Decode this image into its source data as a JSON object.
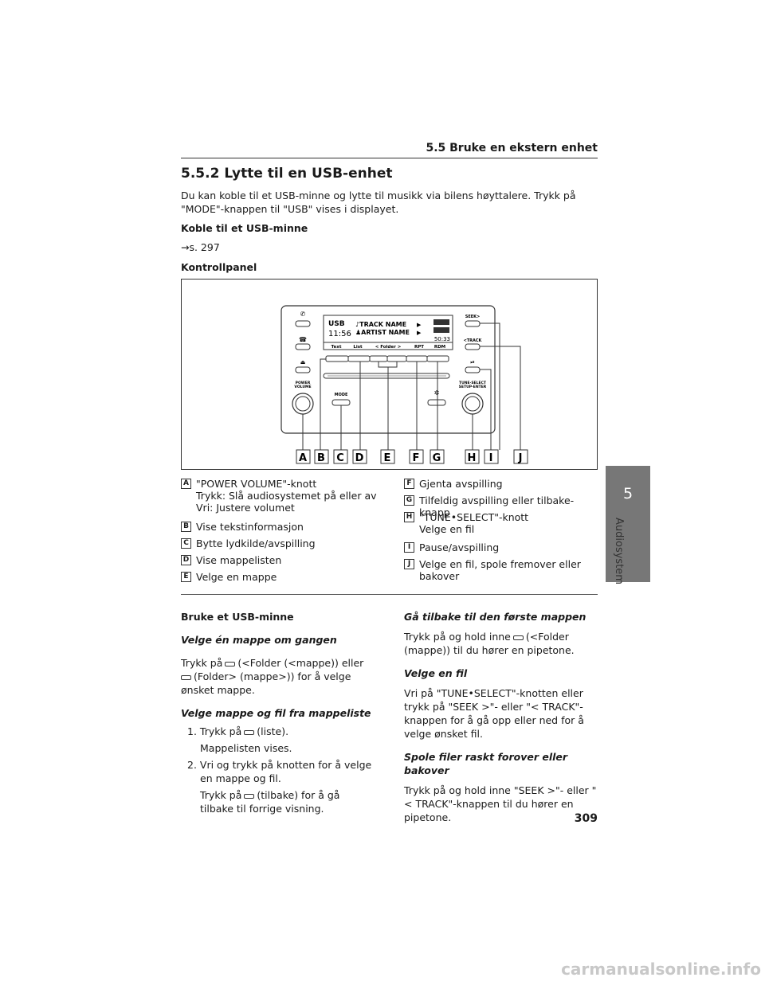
{
  "header": {
    "section": "5.5 Bruke en ekstern enhet"
  },
  "title": "5.5.2 Lytte til en USB-enhet",
  "intro": "Du kan koble til et USB-minne og lytte til musikk via bilens høyttalere. Trykk på \"MODE\"-knappen til \"USB\" vises i displayet.",
  "connect": {
    "heading": "Koble til et USB-minne",
    "ref": "→s. 297"
  },
  "panel": {
    "heading": "Kontrollpanel",
    "display": {
      "source": "USB",
      "time": "11:56",
      "track": "TRACK NAME",
      "artist": "ARTIST NAME",
      "elapsed": "50:33"
    },
    "soft_keys": [
      "Text",
      "List",
      "<  Folder  >",
      "RPT",
      "RDM"
    ],
    "button_labels": {
      "power": "POWER VOLUME",
      "mode": "MODE",
      "seek": "SEEK>",
      "track": "<TRACK",
      "tune": "TUNE·SELECT SETUP·ENTER"
    },
    "callouts": [
      "A",
      "B",
      "C",
      "D",
      "E",
      "F",
      "G",
      "H",
      "I",
      "J"
    ]
  },
  "legend_left": [
    {
      "key": "A",
      "text": "\"POWER VOLUME\"-knott",
      "sub": [
        "Trykk: Slå audiosystemet på eller av",
        "Vri: Justere volumet"
      ]
    },
    {
      "key": "B",
      "text": "Vise tekstinformasjon"
    },
    {
      "key": "C",
      "text": "Bytte lydkilde/avspilling"
    },
    {
      "key": "D",
      "text": "Vise mappelisten"
    },
    {
      "key": "E",
      "text": "Velge en mappe"
    }
  ],
  "legend_right": [
    {
      "key": "F",
      "text": "Gjenta avspilling"
    },
    {
      "key": "G",
      "text": "Tilfeldig avspilling eller tilbake-knapp"
    },
    {
      "key": "H",
      "text": "\"TUNE•SELECT\"-knott",
      "sub": [
        "Velge en fil"
      ]
    },
    {
      "key": "I",
      "text": "Pause/avspilling"
    },
    {
      "key": "J",
      "text": "Velge en fil, spole fremover eller",
      "sub": [
        "bakover"
      ]
    }
  ],
  "left_col": {
    "heading": "Bruke et USB-minne",
    "sub1": "Velge én mappe om gangen",
    "sub1_p_a": "Trykk på",
    "sub1_p_b": "(<Folder (<mappe)) eller",
    "sub1_p_c": "(Folder> (mappe>)) for å velge ønsket mappe.",
    "sub2": "Velge mappe og fil fra mappeliste",
    "step1_a": "1. Trykk på",
    "step1_b": "(liste).",
    "step1_note": "Mappelisten vises.",
    "step2": "2. Vri og trykk på knotten for å velge en mappe og fil.",
    "step2_a": "Trykk på",
    "step2_b": "(tilbake) for å gå tilbake til forrige visning."
  },
  "right_col": {
    "sub1": "Gå tilbake til den første mappen",
    "p1_a": "Trykk på og hold inne",
    "p1_b": "(<Folder (mappe)) til du hører en pipetone.",
    "sub2": "Velge en fil",
    "p2": "Vri på \"TUNE•SELECT\"-knotten eller trykk på \"SEEK >\"- eller \"< TRACK\"-knappen for å gå opp eller ned for å velge ønsket fil.",
    "sub3": "Spole filer raskt forover eller bakover",
    "p3": "Trykk på og hold inne \"SEEK >\"- eller \"< TRACK\"-knappen til du hører en pipetone."
  },
  "tab": {
    "number": "5",
    "label": "Audiosystem"
  },
  "page_number": "309",
  "watermark": "carmanualsonline.info"
}
